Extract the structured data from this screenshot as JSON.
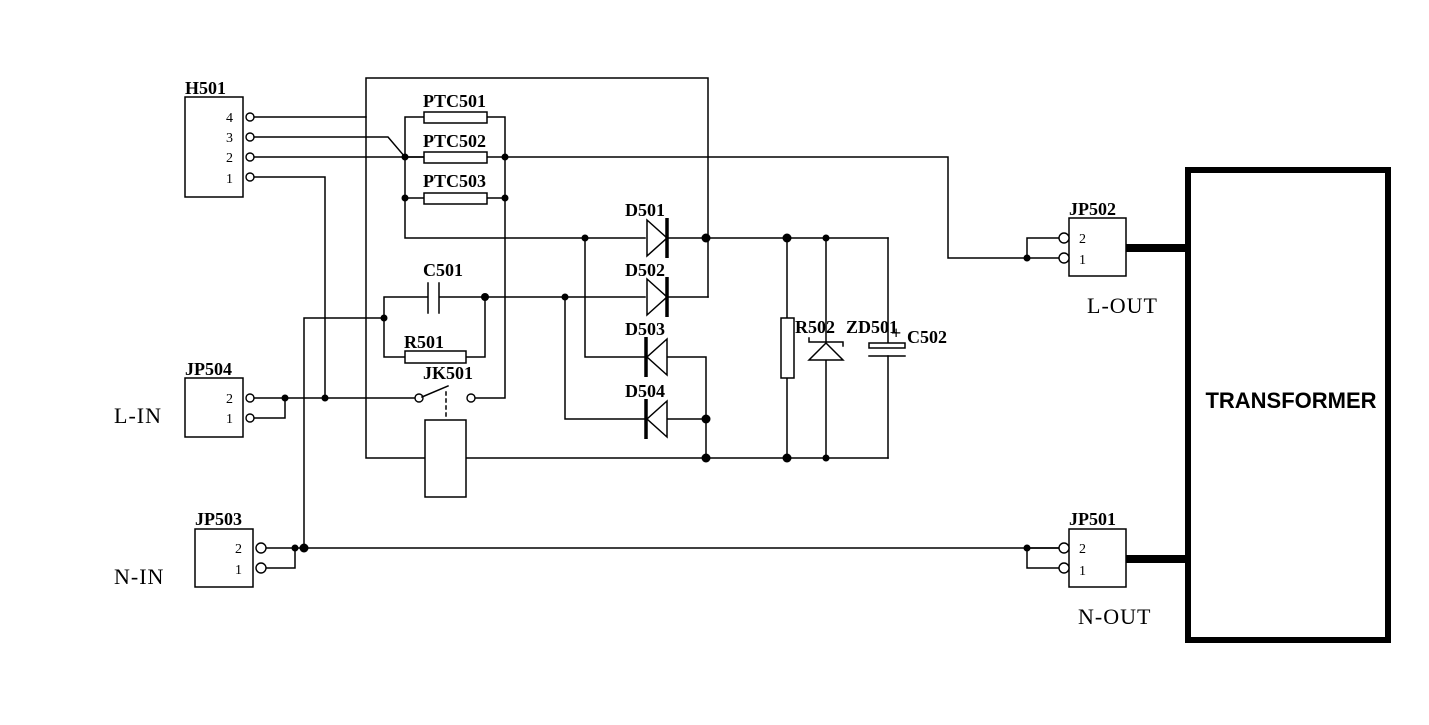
{
  "components": {
    "h501": {
      "ref": "H501",
      "pins": [
        "4",
        "3",
        "2",
        "1"
      ]
    },
    "jp504": {
      "ref": "JP504",
      "pins": [
        "2",
        "1"
      ]
    },
    "jp503": {
      "ref": "JP503",
      "pins": [
        "2",
        "1"
      ]
    },
    "jp502": {
      "ref": "JP502",
      "pins": [
        "2",
        "1"
      ]
    },
    "jp501": {
      "ref": "JP501",
      "pins": [
        "2",
        "1"
      ]
    },
    "ptc501": {
      "ref": "PTC501"
    },
    "ptc502": {
      "ref": "PTC502"
    },
    "ptc503": {
      "ref": "PTC503"
    },
    "c501": {
      "ref": "C501"
    },
    "r501": {
      "ref": "R501"
    },
    "jk501": {
      "ref": "JK501"
    },
    "d501": {
      "ref": "D501"
    },
    "d502": {
      "ref": "D502"
    },
    "d503": {
      "ref": "D503"
    },
    "d504": {
      "ref": "D504"
    },
    "r502": {
      "ref": "R502"
    },
    "zd501": {
      "ref": "ZD501"
    },
    "c502": {
      "ref": "C502",
      "polarity": "+"
    },
    "transformer": {
      "label": "TRANSFORMER"
    }
  },
  "ports": {
    "l_in": "L-IN",
    "n_in": "N-IN",
    "l_out": "L-OUT",
    "n_out": "N-OUT"
  }
}
